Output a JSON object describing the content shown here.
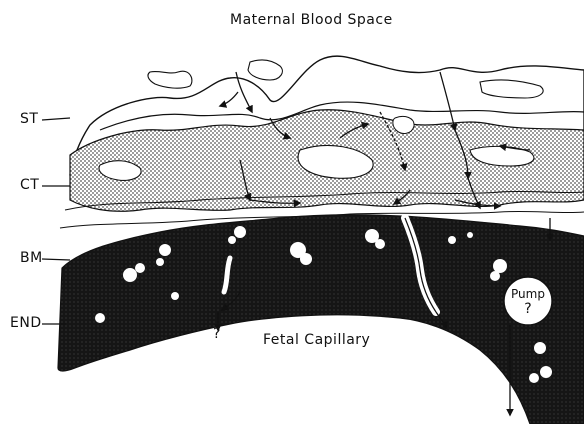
{
  "title": "Maternal Blood Space",
  "layers": {
    "st": "ST",
    "ct": "CT",
    "bm": "BM",
    "end": "END"
  },
  "fetal_label": "Fetal Capillary",
  "pump": {
    "label": "Pump",
    "mark": "?"
  },
  "unknown_mark": "?",
  "colors": {
    "ink": "#111111",
    "stipple": "#9a9a9a",
    "background": "#ffffff"
  }
}
